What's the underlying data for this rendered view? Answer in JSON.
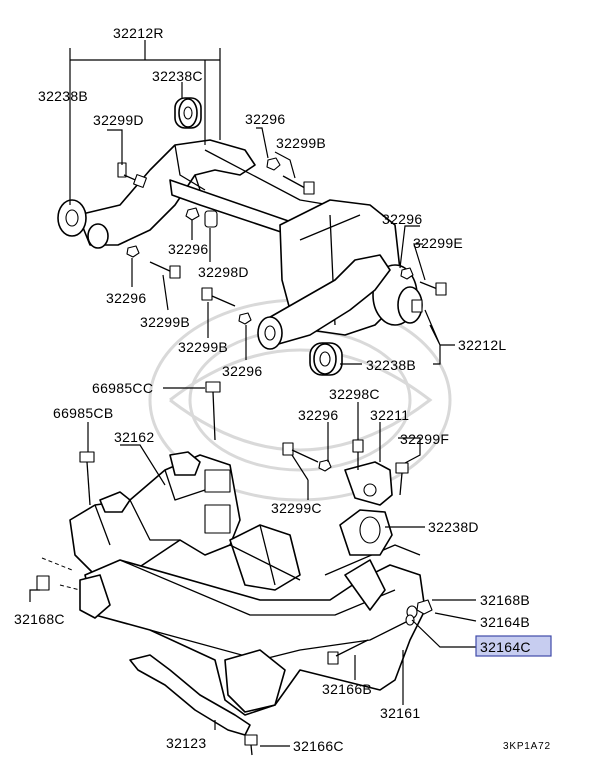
{
  "diagram_code": "3KP1A72",
  "highlighted_part": "32164C",
  "labels": {
    "p32212R": "32212R",
    "p32238C": "32238C",
    "p32238B_top": "32238B",
    "p32299D": "32299D",
    "p32296_a": "32296",
    "p32299B_a": "32299B",
    "p32296_b": "32296",
    "p32299E": "32299E",
    "p32296_c": "32296",
    "p32298D": "32298D",
    "p32296_d": "32296",
    "p32299B_b": "32299B",
    "p32299B_c": "32299B",
    "p32296_e": "32296",
    "p32238B_mid": "32238B",
    "p32212L": "32212L",
    "p66985CC": "66985CC",
    "p32298C": "32298C",
    "p32296_f": "32296",
    "p32211": "32211",
    "p66985CB": "66985CB",
    "p32162": "32162",
    "p32299F": "32299F",
    "p32299C": "32299C",
    "p32238D": "32238D",
    "p32168C": "32168C",
    "p32168B": "32168B",
    "p32164B": "32164B",
    "p32164C": "32164C",
    "p32166B": "32166B",
    "p32161": "32161",
    "p32123": "32123",
    "p32166C": "32166C"
  }
}
